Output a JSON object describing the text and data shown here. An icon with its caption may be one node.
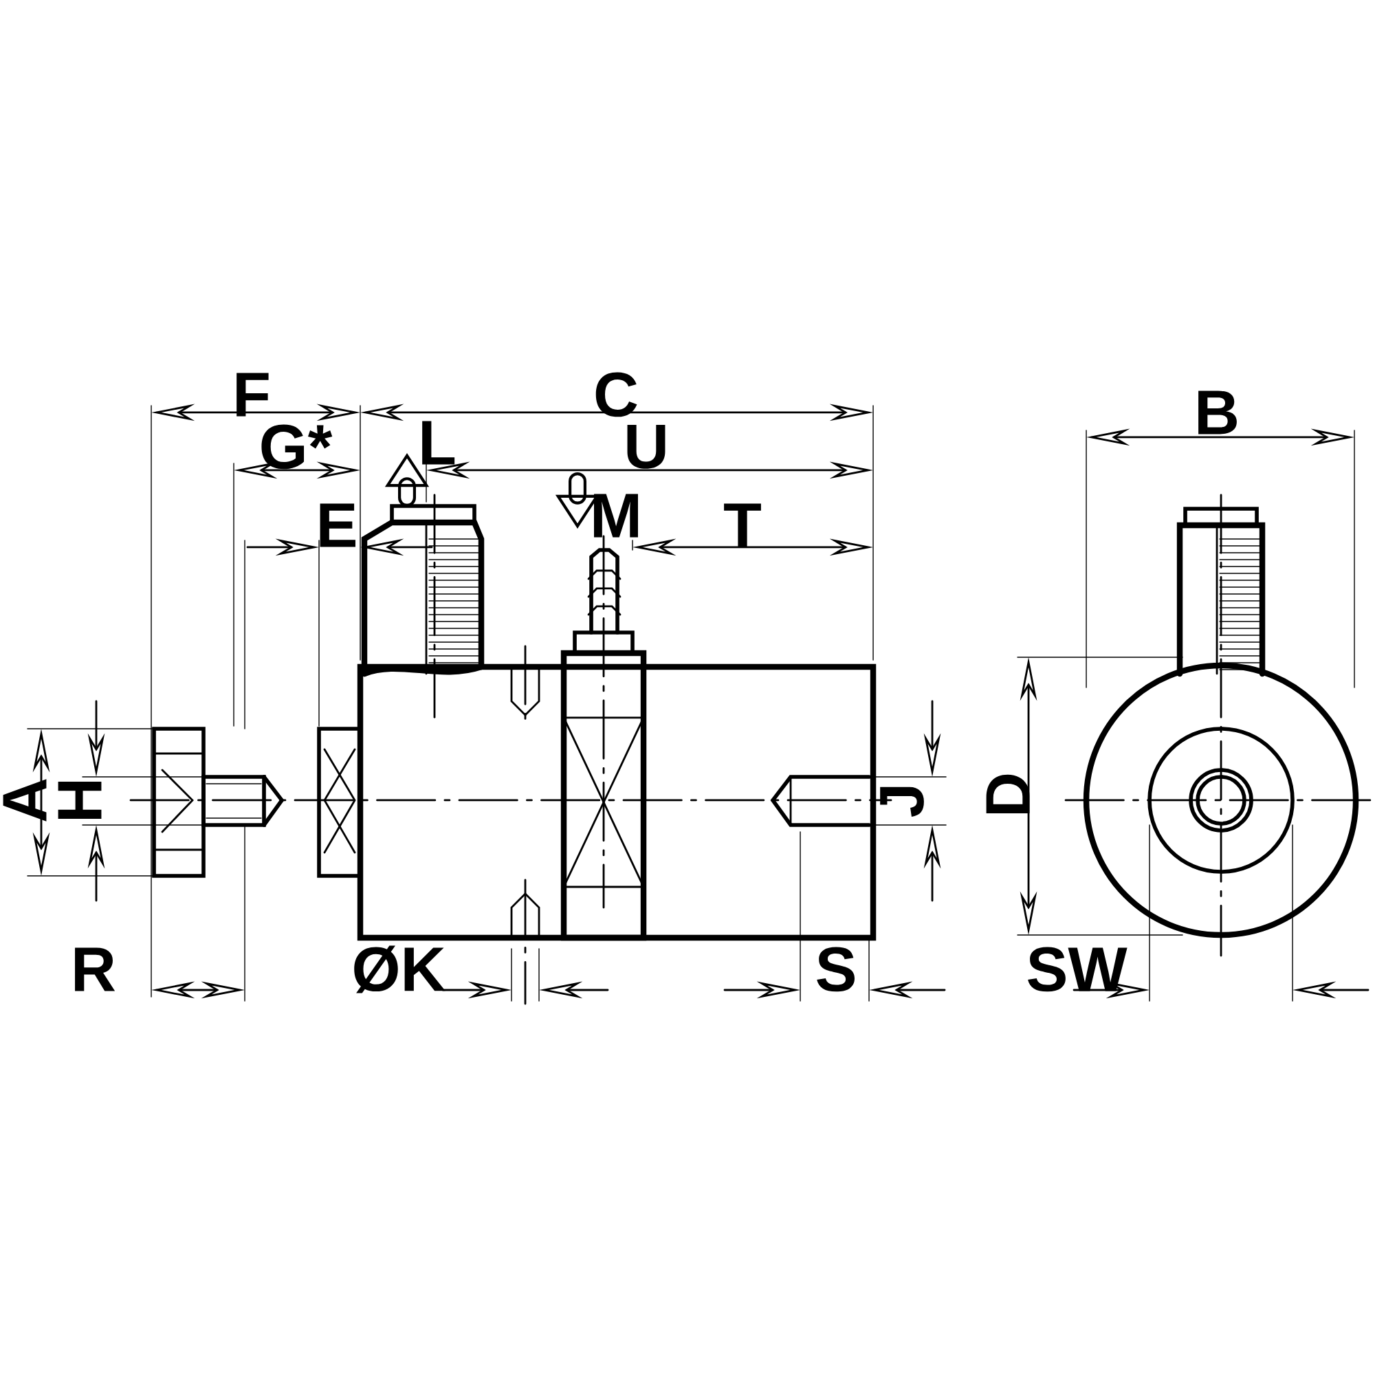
{
  "diagram": {
    "labels": [
      "F",
      "C",
      "B",
      "G*",
      "L",
      "U",
      "E",
      "M",
      "T",
      "A",
      "H",
      "J",
      "D",
      "R",
      "ØK",
      "S",
      "SW"
    ]
  }
}
